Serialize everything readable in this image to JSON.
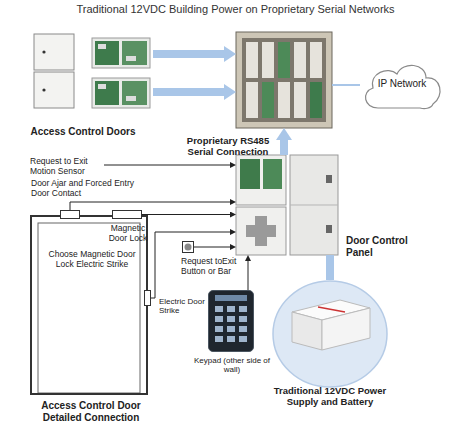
{
  "diagram": {
    "title": "Traditional 12VDC Building Power on Proprietary Serial Networks",
    "nodes": [
      {
        "text": [
          "Access Control Doors"
        ]
      },
      {
        "text": [
          "Proprietary RS485 Serial Connection"
        ]
      },
      {
        "text": [
          "IP Network"
        ]
      },
      {
        "text": [
          "Door Control Panel"
        ]
      },
      {
        "text": [
          "Access Control Door Detailed Connection"
        ]
      },
      {
        "text": [
          "Door Ajar and Forced Entry Door Contact"
        ],
        "in": 4
      },
      {
        "text": [
          "Magnetic Door Lock"
        ],
        "in": 4
      },
      {
        "text": [
          "Electric Door Strike"
        ],
        "in": 4
      },
      {
        "text": [
          "Request toExit Button or Bar"
        ]
      },
      {
        "text": [
          "Keypad (other side of wall)"
        ]
      },
      {
        "text": [
          "Traditional 12VDC Power Supply and Battery"
        ]
      }
    ],
    "edges": [
      {
        "from": 0,
        "to": 1,
        "arrow": "to"
      },
      {
        "from": 0,
        "to": 1,
        "arrow": "to"
      },
      {
        "from": 1,
        "to": 2,
        "arrow": "none"
      },
      {
        "from": 3,
        "to": 1,
        "arrow": "to"
      },
      {
        "from": 10,
        "to": 3,
        "arrow": "none"
      },
      {
        "from": 5,
        "to": 3,
        "arrow": "to"
      },
      {
        "from": 6,
        "to": 3,
        "arrow": "to"
      },
      {
        "from": 7,
        "to": 3,
        "arrow": "to"
      },
      {
        "from": 8,
        "to": 3,
        "arrow": "to"
      },
      {
        "from": 9,
        "to": 3,
        "arrow": "to"
      }
    ],
    "labels": [
      "Request to Exit Motion Sensor",
      "Choose Magnetic Door Lock Electric Strike"
    ]
  }
}
